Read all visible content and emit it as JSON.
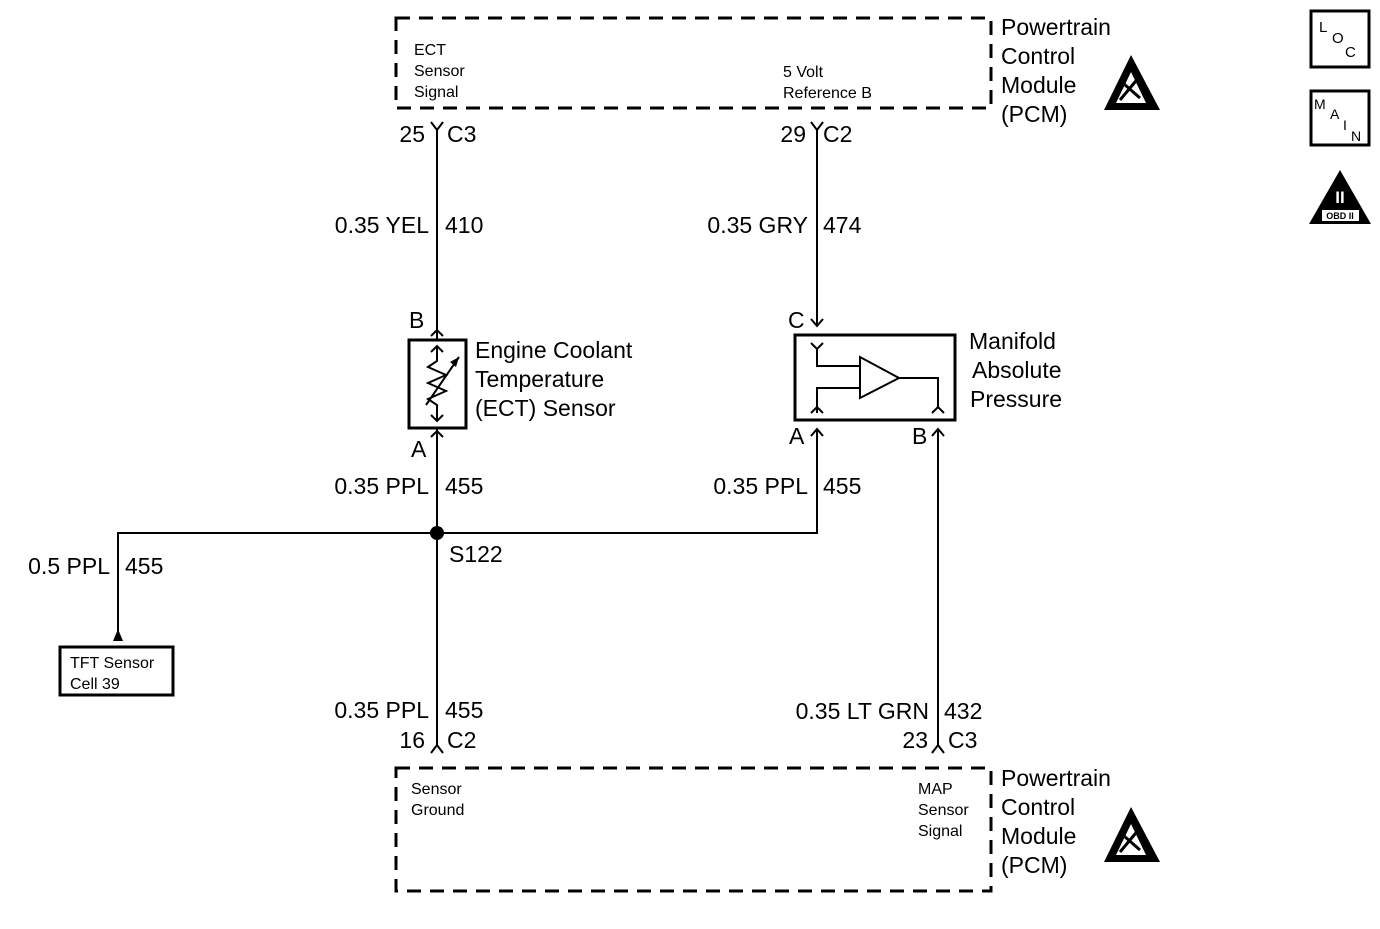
{
  "pcm_top": {
    "title_lines": [
      "Powertrain",
      "Control",
      "Module",
      "(PCM)"
    ],
    "ect_signal_lines": [
      "ECT",
      "Sensor",
      "Signal"
    ],
    "ref_lines": [
      "5 Volt",
      "Reference B"
    ]
  },
  "pcm_bottom": {
    "title_lines": [
      "Powertrain",
      "Control",
      "Module",
      "(PCM)"
    ],
    "ground_lines": [
      "Sensor",
      "Ground"
    ],
    "map_signal_lines": [
      "MAP",
      "Sensor",
      "Signal"
    ]
  },
  "pins": {
    "top_left": {
      "pin": "25",
      "connector": "C3"
    },
    "top_right": {
      "pin": "29",
      "connector": "C2"
    },
    "bottom_left": {
      "pin": "16",
      "connector": "C2"
    },
    "bottom_right": {
      "pin": "23",
      "connector": "C3"
    }
  },
  "wires": {
    "ect_signal": {
      "gauge_color": "0.35 YEL",
      "circuit": "410"
    },
    "ref_b": {
      "gauge_color": "0.35 GRY",
      "circuit": "474"
    },
    "ect_ground": {
      "gauge_color": "0.35 PPL",
      "circuit": "455"
    },
    "map_ground": {
      "gauge_color": "0.35 PPL",
      "circuit": "455"
    },
    "tft_ground": {
      "gauge_color": "0.5 PPL",
      "circuit": "455"
    },
    "pcm_ground": {
      "gauge_color": "0.35 PPL",
      "circuit": "455"
    },
    "map_signal": {
      "gauge_color": "0.35 LT GRN",
      "circuit": "432"
    }
  },
  "ect_sensor": {
    "name_lines": [
      "Engine Coolant",
      "Temperature",
      "(ECT) Sensor"
    ],
    "terminal_top": "B",
    "terminal_bottom": "A"
  },
  "map_sensor": {
    "name_lines": [
      "Manifold",
      "Absolute",
      "Pressure"
    ],
    "terminal_c": "C",
    "terminal_a": "A",
    "terminal_b": "B"
  },
  "splice": {
    "label": "S122"
  },
  "tft_ref": {
    "lines": [
      "TFT Sensor",
      "Cell 39"
    ]
  },
  "side_icons": {
    "loc": [
      "L",
      "O",
      "C"
    ],
    "main": [
      "M",
      "A",
      "I",
      "N"
    ],
    "obd": {
      "numeral": "II",
      "label": "OBD II"
    }
  }
}
